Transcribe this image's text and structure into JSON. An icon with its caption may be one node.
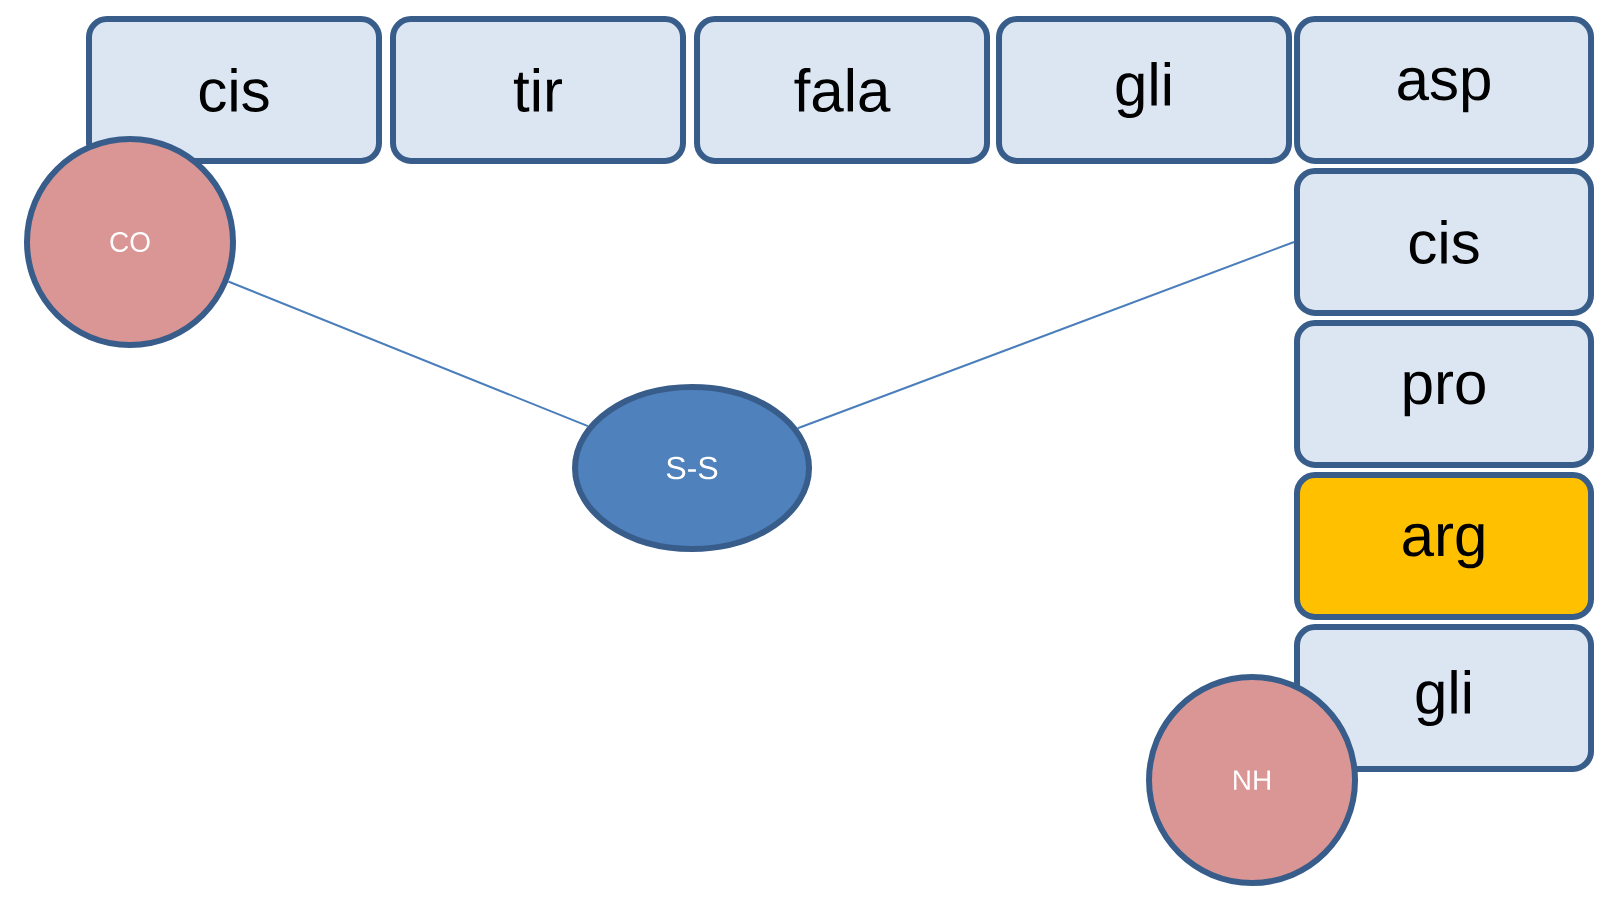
{
  "diagram": {
    "nodes": [
      {
        "text": [
          "cis"
        ]
      },
      {
        "text": [
          "tir"
        ]
      },
      {
        "text": [
          "fala"
        ]
      },
      {
        "text": [
          "gli"
        ]
      },
      {
        "text": [
          "asp"
        ]
      },
      {
        "text": [
          "cis"
        ]
      },
      {
        "text": [
          "pro"
        ]
      },
      {
        "text": [
          "arg"
        ]
      },
      {
        "text": [
          "gli"
        ]
      },
      {
        "text": [
          "CO"
        ]
      },
      {
        "text": [
          "S-S"
        ]
      },
      {
        "text": [
          "NH"
        ]
      }
    ],
    "edges": [
      {
        "from": 9,
        "to": 10,
        "arrow": "none"
      },
      {
        "from": 10,
        "to": 5,
        "arrow": "none"
      }
    ]
  }
}
